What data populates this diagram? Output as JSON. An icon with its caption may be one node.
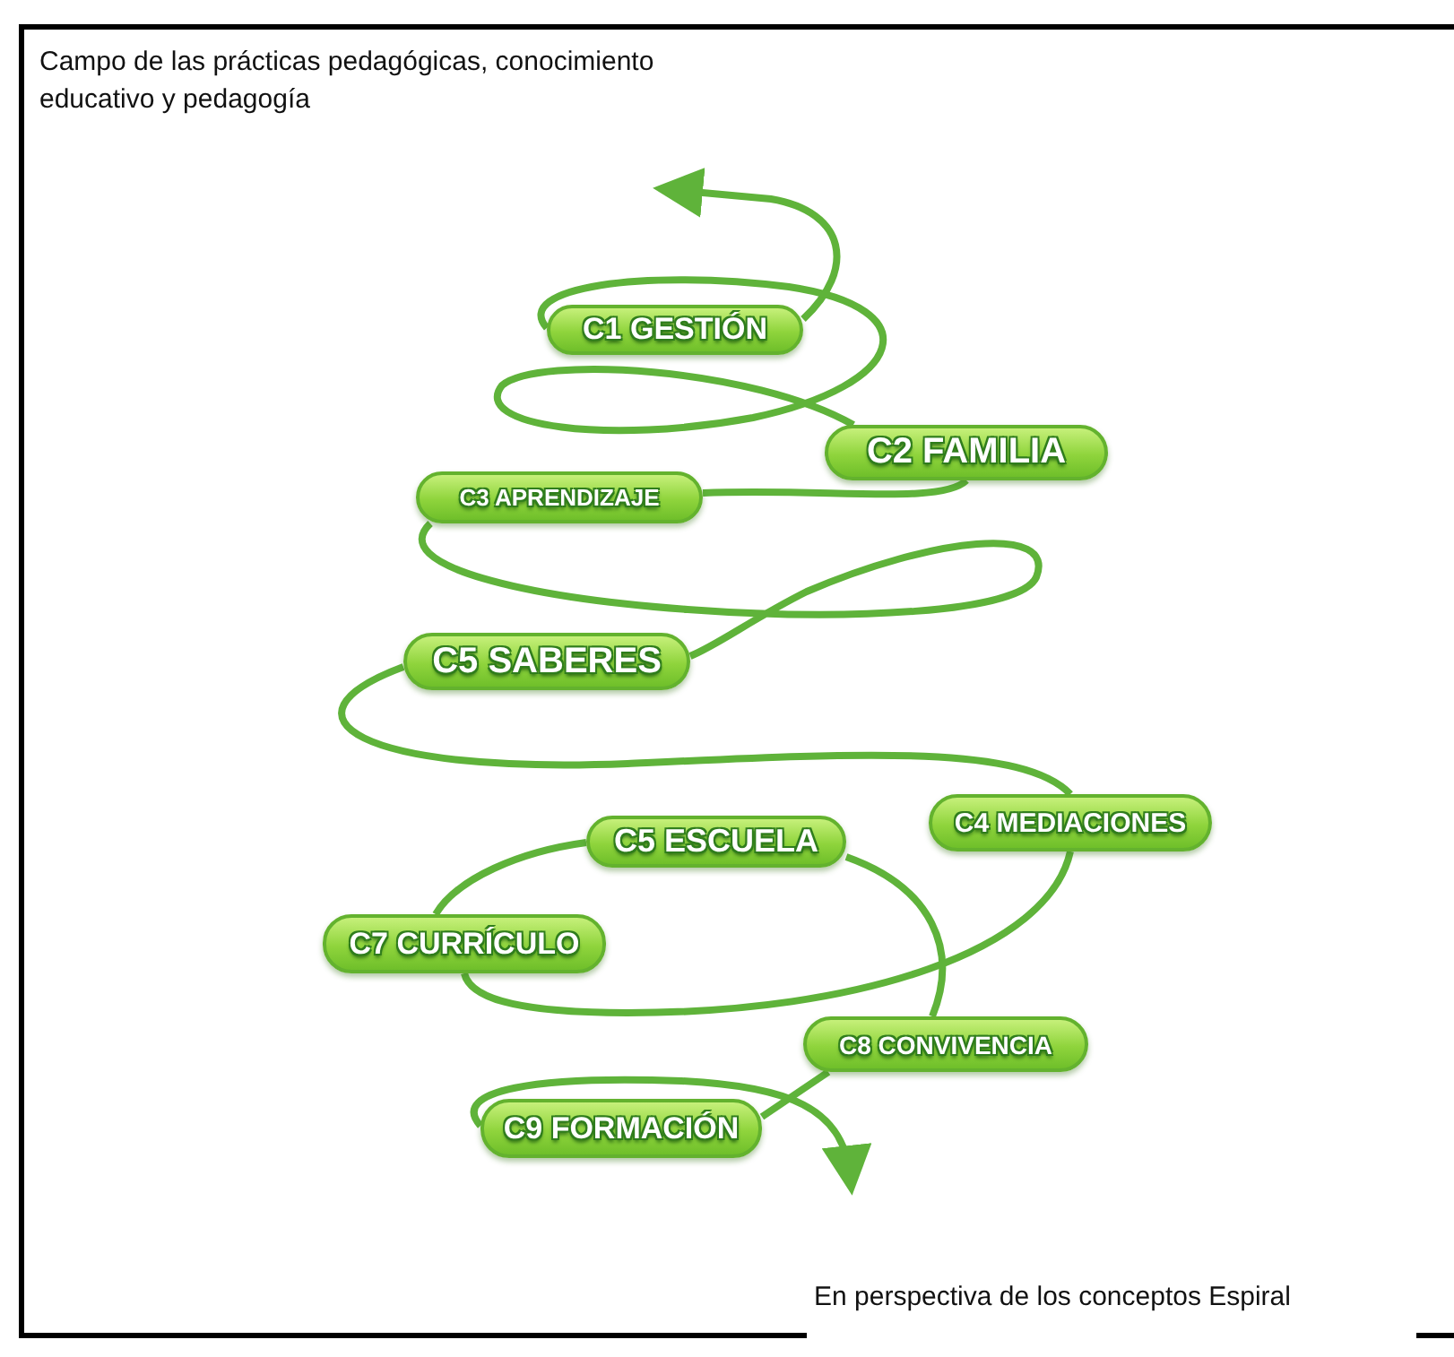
{
  "diagram": {
    "title": "Campo de las prácticas pedagógicas, conocimiento educativo y pedagogía",
    "caption": "En perspectiva de los conceptos Espiral",
    "nodes": [
      {
        "text": [
          "C1 GESTIÓN"
        ]
      },
      {
        "text": [
          "C2 FAMILIA"
        ]
      },
      {
        "text": [
          "C3 APRENDIZAJE"
        ]
      },
      {
        "text": [
          "C5 SABERES"
        ]
      },
      {
        "text": [
          "C4 MEDIACIONES"
        ]
      },
      {
        "text": [
          "C5 ESCUELA"
        ]
      },
      {
        "text": [
          "C7 CURRÍCULO"
        ]
      },
      {
        "text": [
          "C8 CONVIVENCIA"
        ]
      },
      {
        "text": [
          "C9 FORMACIÓN"
        ]
      }
    ],
    "edges": [
      {
        "from": 0,
        "to": null,
        "arrow": "to"
      },
      {
        "from": 0,
        "to": 1,
        "arrow": "none"
      },
      {
        "from": 1,
        "to": 2,
        "arrow": "none"
      },
      {
        "from": 2,
        "to": 3,
        "arrow": "none"
      },
      {
        "from": 3,
        "to": 4,
        "arrow": "none"
      },
      {
        "from": 4,
        "to": 6,
        "arrow": "none"
      },
      {
        "from": 6,
        "to": 5,
        "arrow": "none"
      },
      {
        "from": 5,
        "to": 7,
        "arrow": "none"
      },
      {
        "from": 7,
        "to": 8,
        "arrow": "none"
      },
      {
        "from": 8,
        "to": null,
        "arrow": "to"
      }
    ]
  }
}
